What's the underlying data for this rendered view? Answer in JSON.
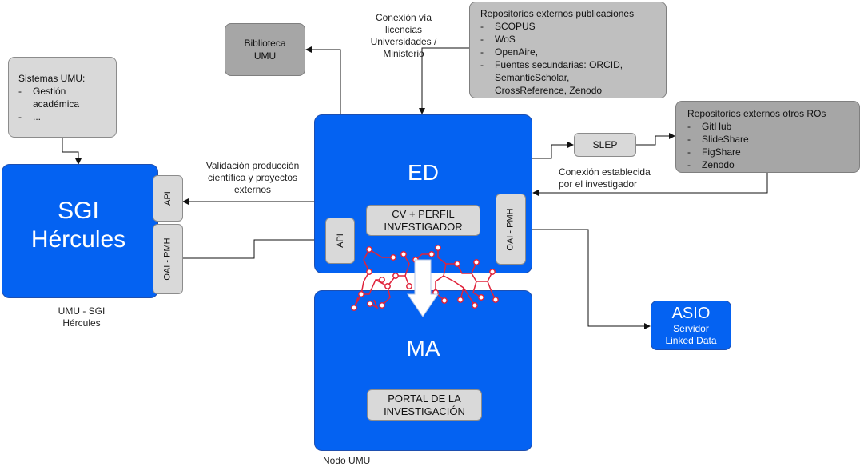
{
  "sgi": {
    "title_line1": "SGI",
    "title_line2": "Hércules",
    "api": "API",
    "oai": "OAI - PMH",
    "caption_line1": "UMU - SGI",
    "caption_line2": "Hércules"
  },
  "sistemas": {
    "title": "Sistemas UMU:",
    "items": [
      "Gestión",
      "académica",
      "..."
    ]
  },
  "biblioteca": {
    "line1": "Biblioteca",
    "line2": "UMU"
  },
  "conexion_licencias": {
    "line1": "Conexión vía",
    "line2": "licencias",
    "line3": "Universidades /",
    "line4": "Ministerio"
  },
  "repos_publicaciones": {
    "title": "Repositorios externos publicaciones",
    "items": [
      "SCOPUS",
      "WoS",
      "OpenAire,",
      "Fuentes secundarias: ORCID,"
    ],
    "continuation": [
      "SemanticScholar,",
      "CrossReference, Zenodo"
    ]
  },
  "repos_otros": {
    "title": "Repositorios externos otros ROs",
    "items": [
      "GitHub",
      "SlideShare",
      "FigShare",
      "Zenodo"
    ]
  },
  "slep": {
    "label": "SLEP"
  },
  "conexion_investigador": {
    "line1": "Conexión establecida",
    "line2": "por el investigador"
  },
  "validacion": {
    "line1": "Validación producción",
    "line2": "científica y proyectos",
    "line3": "externos"
  },
  "ed": {
    "title": "ED",
    "cv_line1": "CV + PERFIL",
    "cv_line2": "INVESTIGADOR",
    "api": "API",
    "oai": "OAI - PMH"
  },
  "ma": {
    "title": "MA",
    "portal_line1": "PORTAL DE LA",
    "portal_line2": "INVESTIGACIÓN"
  },
  "asio": {
    "title": "ASIO",
    "line1": "Servidor",
    "line2": "Linked Data"
  },
  "nodo": {
    "caption": "Nodo UMU"
  },
  "colors": {
    "blue": "#0462f2",
    "grey": "#d9d9d9",
    "network": "#e0223a"
  }
}
